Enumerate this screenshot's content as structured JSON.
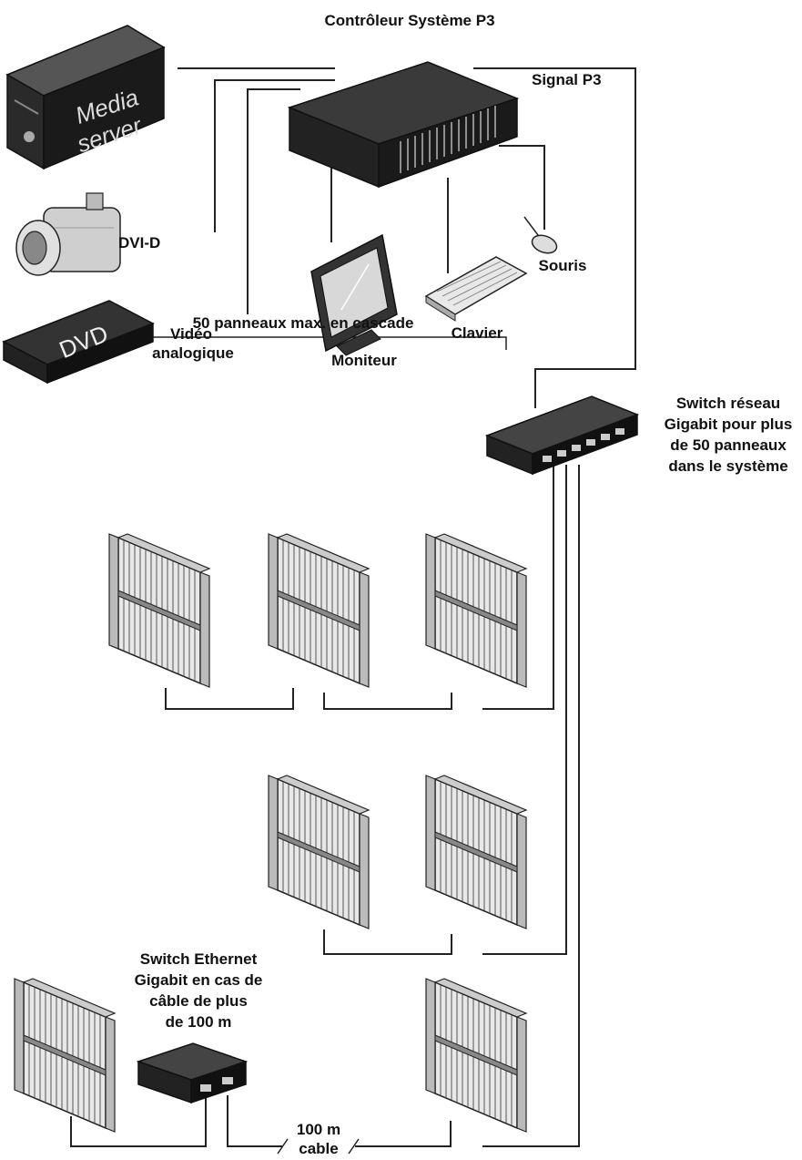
{
  "title": "Contrôleur Système P3",
  "labels": {
    "signal": "Signal P3",
    "dvi": "DVI-D",
    "video": [
      "Vidéo",
      "analogique"
    ],
    "moniteur": "Moniteur",
    "clavier": "Clavier",
    "souris": "Souris",
    "network_switch": [
      "Switch réseau",
      "Gigabit pour plus",
      "de 50 panneaux",
      "dans le système"
    ],
    "cascade": "50 panneaux max. en cascade",
    "ethernet_switch": [
      "Switch Ethernet",
      "Gigabit en cas de",
      "câble de plus",
      "de 100 m"
    ],
    "cable": [
      "100 m",
      "cable"
    ]
  },
  "devices": {
    "media_server": [
      "Media",
      "server"
    ],
    "dvd": "DVD"
  }
}
